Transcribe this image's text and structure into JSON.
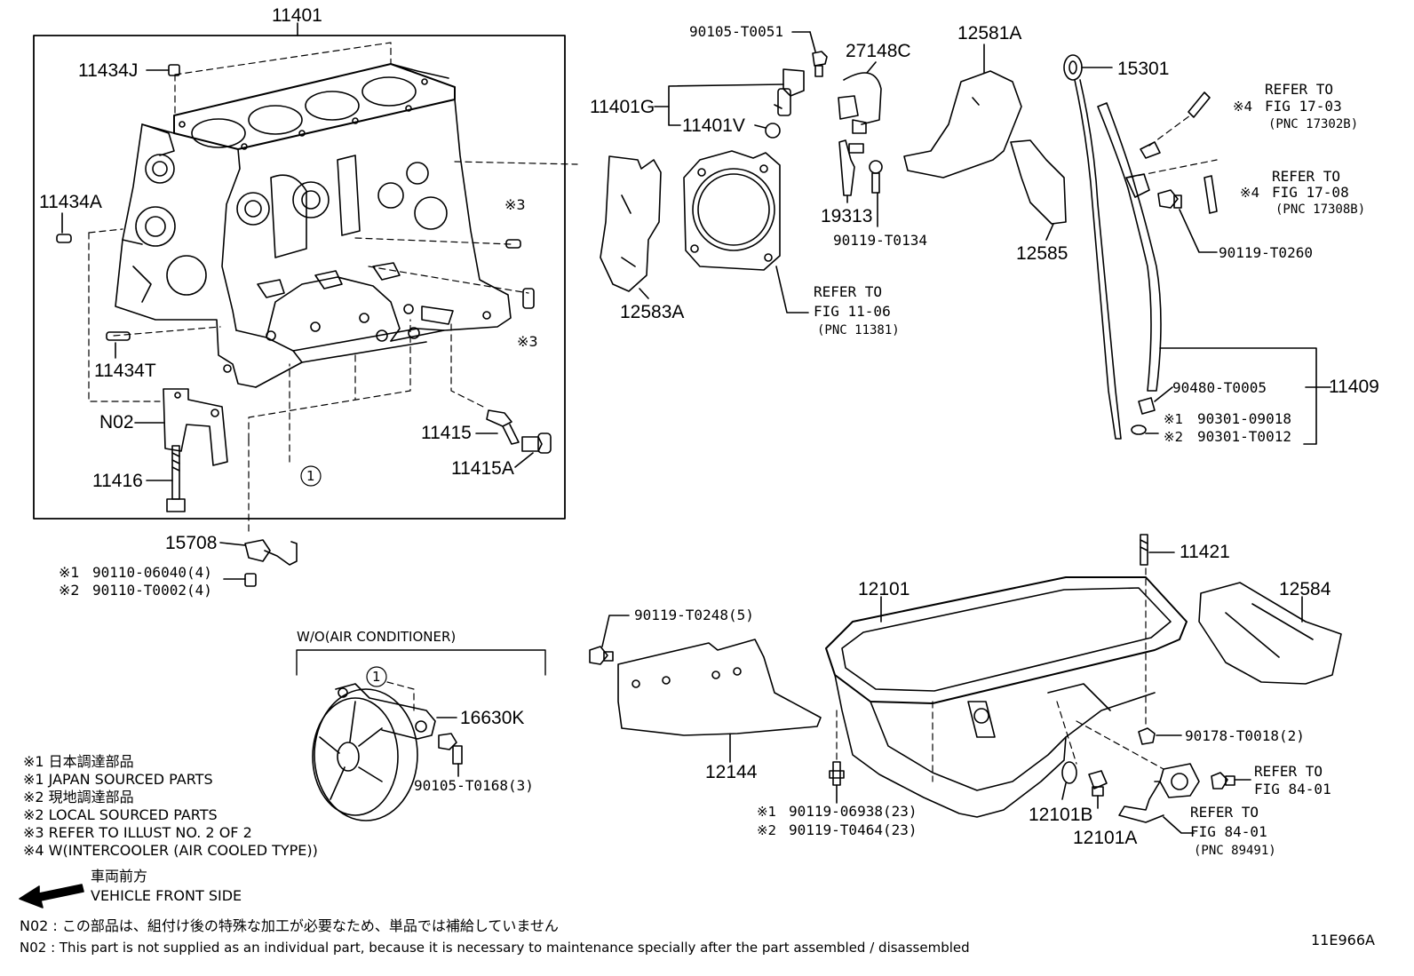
{
  "parts": {
    "p11401": "11401",
    "p11434J": "11434J",
    "p11434A": "11434A",
    "p11434T": "11434T",
    "pN02": "N02",
    "p11416": "11416",
    "p11415": "11415",
    "p11415A": "11415A",
    "p15708": "15708",
    "p11401G": "11401G",
    "p11401V": "11401V",
    "p90105_T0051": "90105-T0051",
    "p27148C": "27148C",
    "p12581A": "12581A",
    "p19313": "19313",
    "p90119_T0134": "90119-T0134",
    "p12585": "12585",
    "p12583A": "12583A",
    "p15301": "15301",
    "p90119_T0260": "90119-T0260",
    "p90480_T0005": "90480-T0005",
    "p11409": "11409",
    "p90301_09018": "90301-09018",
    "p90301_T0012": "90301-T0012",
    "p90110_06040": "90110-06040(4)",
    "p90110_T0002": "90110-T0002(4)",
    "p11421": "11421",
    "p12101": "12101",
    "p12584": "12584",
    "p90119_T0248": "90119-T0248(5)",
    "p90178_T0018": "90178-T0018(2)",
    "p12144": "12144",
    "p90119_06938": "90119-06938(23)",
    "p90119_T0464": "90119-T0464(23)",
    "p12101B": "12101B",
    "p12101A": "12101A",
    "p16630K": "16630K",
    "p90105_T0168": "90105-T0168(3)"
  },
  "refs": {
    "r1103_a": "REFER TO",
    "r1103_b": "FIG 11-06",
    "r1103_c": "(PNC 11381)",
    "r1703_a": "REFER TO",
    "r1703_b": "FIG 17-03",
    "r1703_c": "(PNC 17302B)",
    "r1708_a": "REFER TO",
    "r1708_b": "FIG 17-08",
    "r1708_c": "(PNC 17308B)",
    "r8401_a": "REFER TO",
    "r8401_b": "FIG 84-01",
    "r8401p_a": "REFER TO",
    "r8401p_b": "FIG 84-01",
    "r8401p_c": "(PNC 89491)"
  },
  "marks": {
    "m1": "※1",
    "m2": "※2",
    "m3": "※3",
    "m4": "※4",
    "circle1": "1"
  },
  "wo_ac": "W/O(AIR CONDITIONER)",
  "legend": [
    "※1  日本調達部品",
    "※1  JAPAN SOURCED PARTS",
    "※2  現地調達部品",
    "※2  LOCAL SOURCED PARTS",
    "※3  REFER TO ILLUST NO. 2 OF 2",
    "※4  W(INTERCOOLER (AIR COOLED TYPE))"
  ],
  "front_jp": "車両前方",
  "front_en": "VEHICLE FRONT SIDE",
  "footnote_jp": "N02 : この部品は、組付け後の特殊な加工が必要なため、単品では補給していません",
  "footnote_en": "N02 : This part is not supplied as an individual part, because it is necessary to maintenance specially after the part assembled / disassembled",
  "figure_id": "11E966A"
}
